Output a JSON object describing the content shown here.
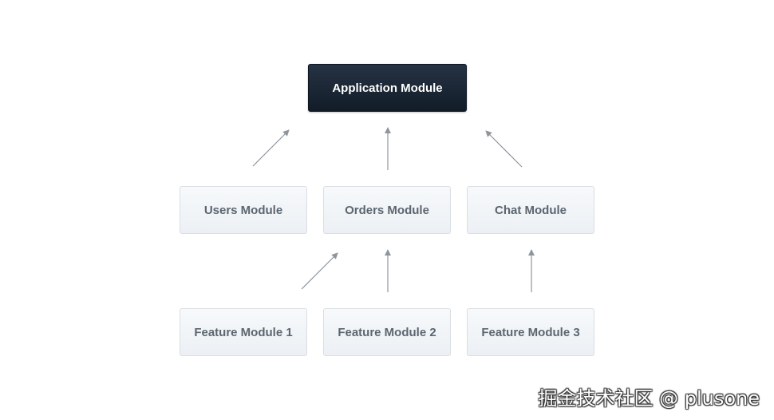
{
  "diagram": {
    "application_module": "Application Module",
    "modules": [
      {
        "id": "users-module",
        "label": "Users Module"
      },
      {
        "id": "orders-module",
        "label": "Orders Module"
      },
      {
        "id": "chat-module",
        "label": "Chat Module"
      }
    ],
    "feature_modules": [
      {
        "id": "feature-module-1",
        "label": "Feature Module 1"
      },
      {
        "id": "feature-module-2",
        "label": "Feature Module 2"
      },
      {
        "id": "feature-module-3",
        "label": "Feature Module 3"
      }
    ],
    "edges": [
      {
        "from": "Users Module",
        "to": "Application Module"
      },
      {
        "from": "Orders Module",
        "to": "Application Module"
      },
      {
        "from": "Chat Module",
        "to": "Application Module"
      },
      {
        "from": "Feature Module 1",
        "to": "Orders Module"
      },
      {
        "from": "Feature Module 2",
        "to": "Orders Module"
      },
      {
        "from": "Feature Module 3",
        "to": "Chat Module"
      }
    ]
  },
  "watermark": "掘金技术社区 @ plusone",
  "colors": {
    "app_node": "#1a2533",
    "module_node": "#f0f3f6",
    "module_border": "#d9dee4",
    "module_text": "#5b6670",
    "arrow": "#8e959c"
  }
}
